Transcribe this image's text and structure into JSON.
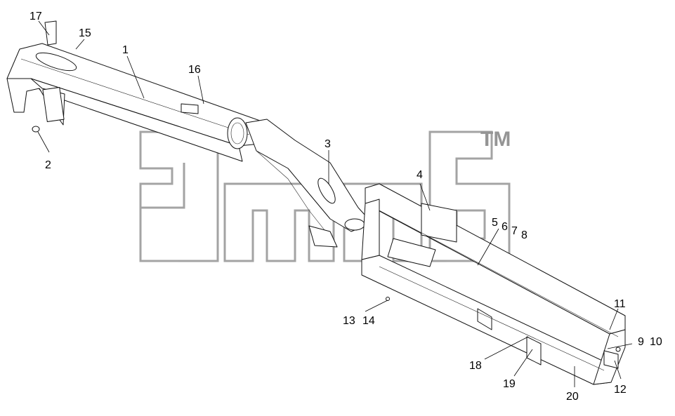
{
  "watermark": {
    "trademark": "TM"
  },
  "callouts": [
    {
      "id": "c1",
      "text": "1"
    },
    {
      "id": "c2",
      "text": "2"
    },
    {
      "id": "c3",
      "text": "3"
    },
    {
      "id": "c4",
      "text": "4"
    },
    {
      "id": "c5",
      "text": "5"
    },
    {
      "id": "c6",
      "text": "6"
    },
    {
      "id": "c7",
      "text": "7"
    },
    {
      "id": "c8",
      "text": "8"
    },
    {
      "id": "c9",
      "text": "9"
    },
    {
      "id": "c10",
      "text": "10"
    },
    {
      "id": "c11",
      "text": "11"
    },
    {
      "id": "c12",
      "text": "12"
    },
    {
      "id": "c13",
      "text": "13"
    },
    {
      "id": "c14",
      "text": "14"
    },
    {
      "id": "c15",
      "text": "15"
    },
    {
      "id": "c16",
      "text": "16"
    },
    {
      "id": "c17",
      "text": "17"
    },
    {
      "id": "c18",
      "text": "18"
    },
    {
      "id": "c19",
      "text": "19"
    },
    {
      "id": "c20",
      "text": "20"
    }
  ]
}
